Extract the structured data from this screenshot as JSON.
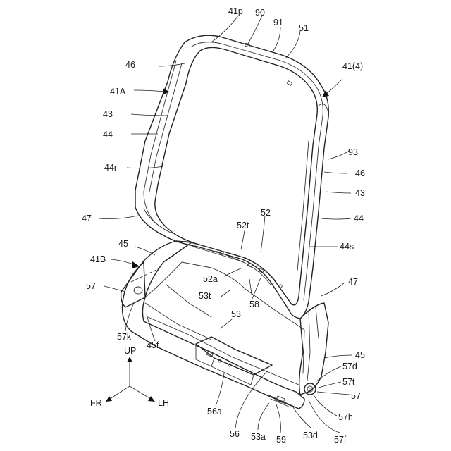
{
  "figure": {
    "labels": {
      "p41p": "41p",
      "p90": "90",
      "p91": "91",
      "p51": "51",
      "p41_4": "41(4)",
      "p46_left": "46",
      "p41A": "41A",
      "p43_left": "43",
      "p44_left": "44",
      "p44r": "44r",
      "p93": "93",
      "p46_right": "46",
      "p43_right": "43",
      "p44_right": "44",
      "p47_left": "47",
      "p52t": "52t",
      "p52": "52",
      "p45_top": "45",
      "p41B": "41B",
      "p44s": "44s",
      "p52a": "52a",
      "p57_left": "57",
      "p53t": "53t",
      "p47_right": "47",
      "p58": "58",
      "p53": "53",
      "p57k": "57k",
      "p45f": "45f",
      "p45_right": "45",
      "p57d": "57d",
      "p57t": "57t",
      "p57_right": "57",
      "p57h": "57h",
      "p56a": "56a",
      "p56": "56",
      "p53a": "53a",
      "p59": "59",
      "p53d": "53d",
      "p57f": "57f"
    },
    "axes": {
      "up": "UP",
      "front": "FR",
      "left_hand": "LH"
    }
  }
}
